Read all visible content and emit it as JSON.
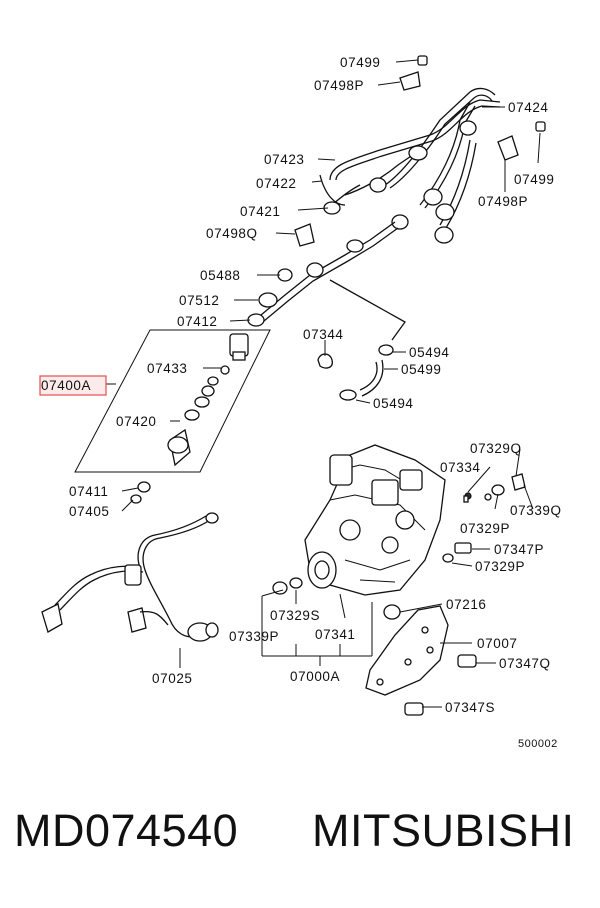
{
  "diagram": {
    "labels": {
      "l07499a": "07499",
      "l07498pa": "07498P",
      "l07424": "07424",
      "l07423": "07423",
      "l07422": "07422",
      "l07499b": "07499",
      "l07498pb": "07498P",
      "l07421": "07421",
      "l07498q": "07498Q",
      "l05488": "05488",
      "l07512": "07512",
      "l07412": "07412",
      "l07344": "07344",
      "l05494a": "05494",
      "l07433": "07433",
      "l05499": "05499",
      "l07400a": "07400A",
      "l05494b": "05494",
      "l07420": "07420",
      "l07329qa": "07329Q",
      "l07334": "07334",
      "l07411": "07411",
      "l07339q": "07339Q",
      "l07405": "07405",
      "l07329pa": "07329P",
      "l07347p": "07347P",
      "l07329pb": "07329P",
      "l07216": "07216",
      "l07329s": "07329S",
      "l07339p": "07339P",
      "l07341": "07341",
      "l07007": "07007",
      "l07347q": "07347Q",
      "l07025": "07025",
      "l07000a": "07000A",
      "l07347s": "07347S",
      "code": "500002"
    },
    "highlight_color": "#e05050"
  },
  "footer": {
    "part_number": "MD074540",
    "brand": "MITSUBISHI"
  }
}
